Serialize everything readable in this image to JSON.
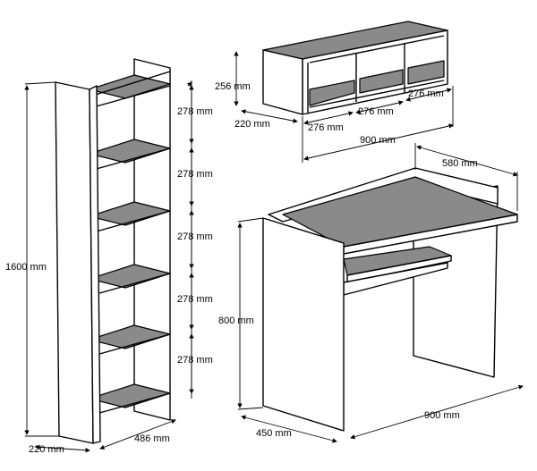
{
  "bookcase": {
    "height": "1600 mm",
    "depth": "220 mm",
    "width": "486 mm",
    "shelf_gaps": [
      "278 mm",
      "278 mm",
      "278 mm",
      "278 mm",
      "278 mm"
    ]
  },
  "wall_shelf": {
    "height": "256 mm",
    "depth": "220 mm",
    "width": "900 mm",
    "cubby_widths": [
      "276 mm",
      "276 mm",
      "276 mm"
    ]
  },
  "desk": {
    "height": "800 mm",
    "depth": "450 mm",
    "width": "900 mm",
    "top_depth": "580 mm"
  }
}
